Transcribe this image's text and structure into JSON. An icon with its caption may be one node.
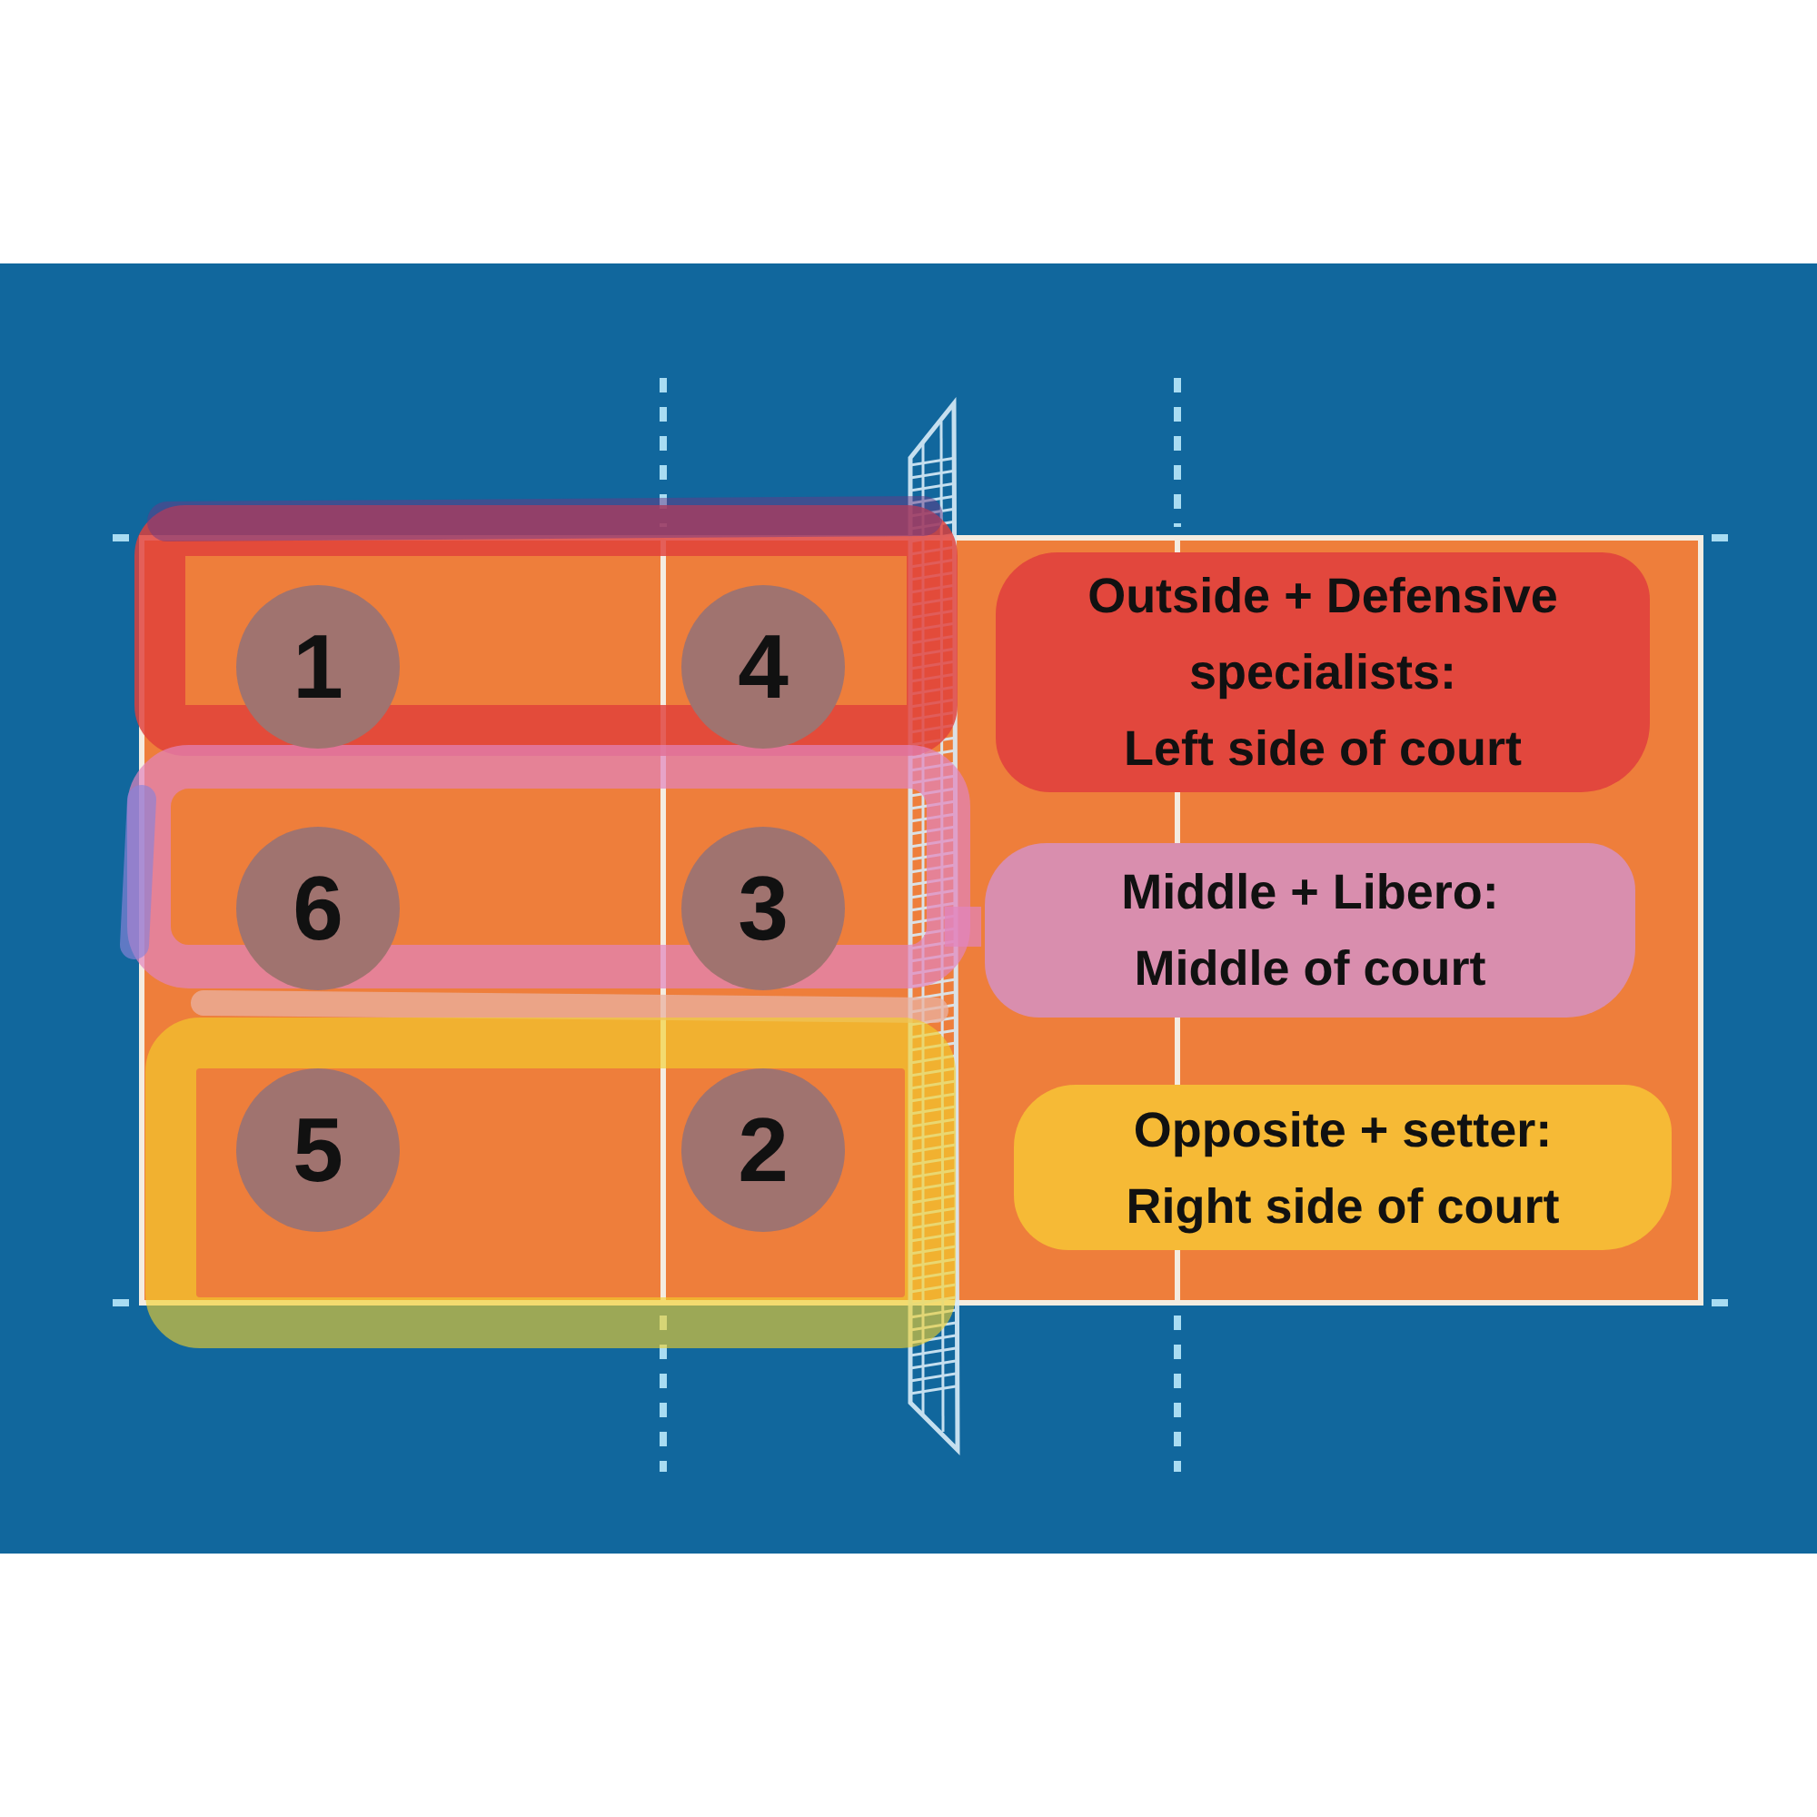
{
  "diagram": {
    "nodes": [
      {
        "text": [
          "1"
        ]
      },
      {
        "text": [
          "4"
        ]
      },
      {
        "text": [
          "Outside + Defensive specialists:",
          "Left side of court"
        ]
      },
      {
        "text": [
          "6"
        ]
      },
      {
        "text": [
          "3"
        ]
      },
      {
        "text": [
          "Middle + Libero:",
          "Middle of court"
        ]
      },
      {
        "text": [
          "5"
        ]
      },
      {
        "text": [
          "2"
        ]
      },
      {
        "text": [
          "Opposite + setter:",
          "Right side of court"
        ]
      }
    ]
  }
}
